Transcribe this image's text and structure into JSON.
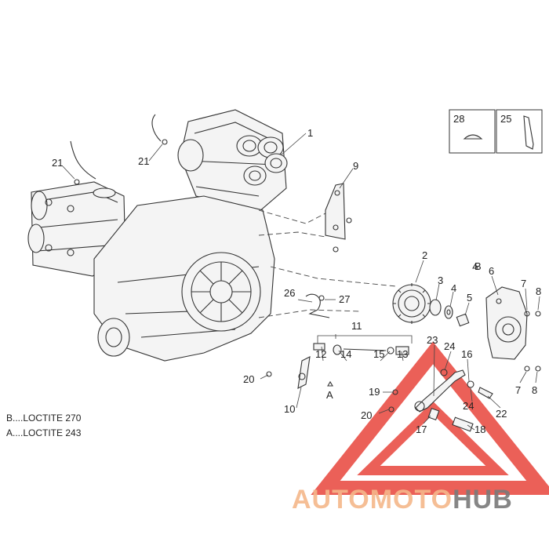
{
  "callouts": {
    "c1": "1",
    "c2": "2",
    "c3": "3",
    "c4": "4",
    "c5": "5",
    "c6": "6",
    "c7a": "7",
    "c7b": "7",
    "c8a": "8",
    "c8b": "8",
    "c9": "9",
    "c10": "10",
    "c11": "11",
    "c12": "12",
    "c13": "13",
    "c14": "14",
    "c15": "15",
    "c16": "16",
    "c17": "17",
    "c18": "18",
    "c19": "19",
    "c20a": "20",
    "c20b": "20",
    "c21a": "21",
    "c21b": "21",
    "c22": "22",
    "c23": "23",
    "c24a": "24",
    "c24b": "24",
    "c25": "25",
    "c26": "26",
    "c27": "27",
    "c28": "28",
    "markB": "B",
    "markA": "A"
  },
  "notes": {
    "b": "B....LOCTITE 270",
    "a": "A....LOCTITE 243"
  },
  "watermark": {
    "part1": "AUTO",
    "part2": "MOTO",
    "part3": "HUB",
    "color_orange": "#f5b78a",
    "color_grey": "#7a7a7a",
    "color_triangle": "#e8453c"
  }
}
